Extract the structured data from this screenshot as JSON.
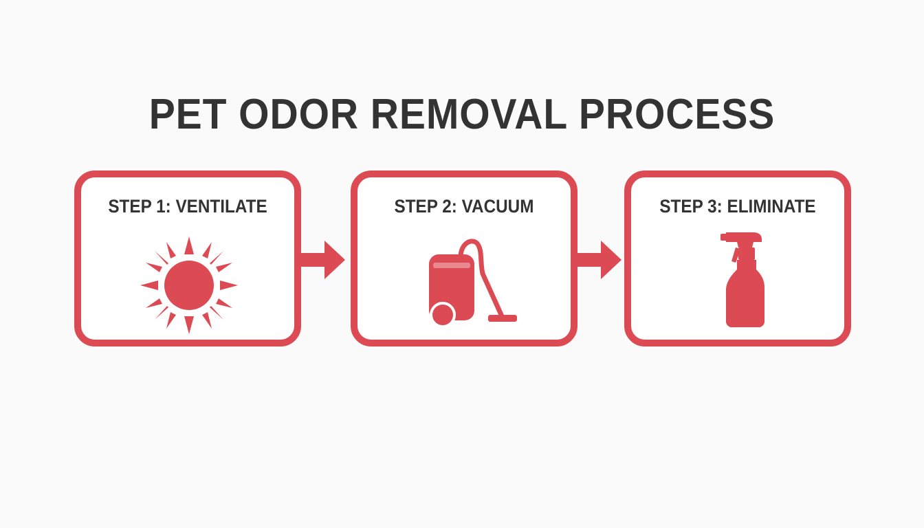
{
  "title": "PET ODOR REMOVAL PROCESS",
  "accent_color": "#dc4a54",
  "text_color": "#333333",
  "steps": [
    {
      "label": "STEP 1: VENTILATE",
      "icon": "sun-icon"
    },
    {
      "label": "STEP 2: VACUUM",
      "icon": "vacuum-icon"
    },
    {
      "label": "STEP 3: ELIMINATE",
      "icon": "spray-bottle-icon"
    }
  ]
}
